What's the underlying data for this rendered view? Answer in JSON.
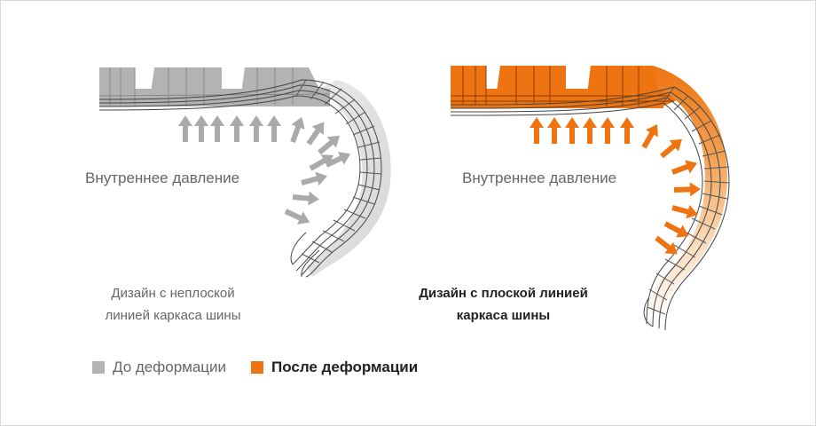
{
  "left_panel": {
    "pressure_label": "Внутреннее давление",
    "caption_line1": "Дизайн с неплоской",
    "caption_line2": "линией каркаса шины"
  },
  "right_panel": {
    "pressure_label": "Внутреннее давление",
    "caption_line1": "Дизайн с плоской линией",
    "caption_line2": "каркаса шины"
  },
  "legend": {
    "before_label": "До деформации",
    "after_label": "После деформации",
    "before_color": "#b3b3b3",
    "after_color": "#ee7412"
  }
}
